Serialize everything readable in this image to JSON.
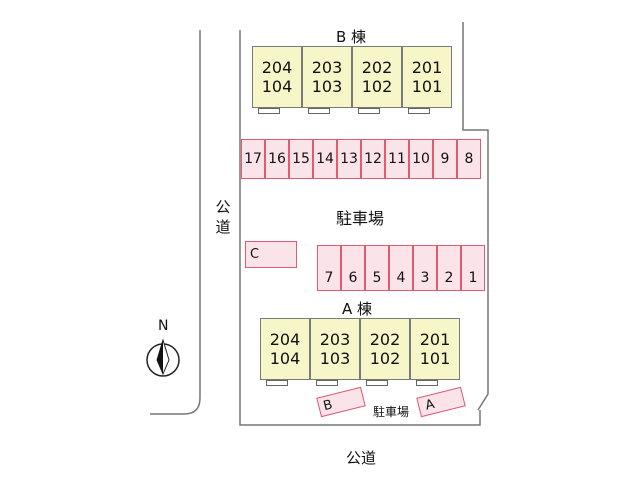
{
  "labels": {
    "building_b": "B 棟",
    "building_a": "A 棟",
    "parking": "駐車場",
    "parking_small": "駐車場",
    "road_left": "公道",
    "road_bottom": "公道",
    "north": "N"
  },
  "building_b_units": [
    {
      "top": "204",
      "bottom": "104"
    },
    {
      "top": "203",
      "bottom": "103"
    },
    {
      "top": "202",
      "bottom": "102"
    },
    {
      "top": "201",
      "bottom": "101"
    }
  ],
  "building_a_units": [
    {
      "top": "204",
      "bottom": "104"
    },
    {
      "top": "203",
      "bottom": "103"
    },
    {
      "top": "202",
      "bottom": "102"
    },
    {
      "top": "201",
      "bottom": "101"
    }
  ],
  "upper_spaces": [
    "17",
    "16",
    "15",
    "14",
    "13",
    "12",
    "11",
    "10",
    "9",
    "8"
  ],
  "lower_spaces": [
    "7",
    "6",
    "5",
    "4",
    "3",
    "2",
    "1"
  ],
  "lot_c": "C",
  "lot_b": "B",
  "lot_a": "A",
  "colors": {
    "building_fill": "#f7f6c8",
    "parking_fill": "#fbe3ea",
    "parking_stroke": "#e05a72"
  }
}
